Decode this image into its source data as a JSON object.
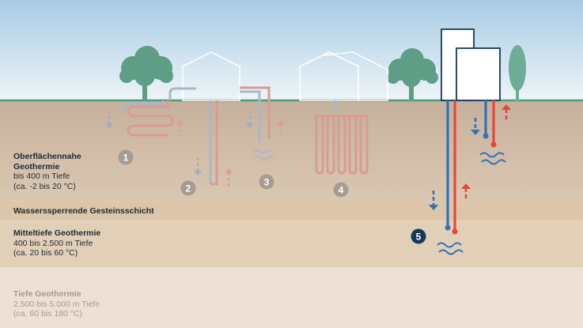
{
  "layers": {
    "surface": {
      "title_line1": "Oberflächennahe",
      "title_line2": "Geothermie",
      "depth": "bis 400 m Tiefe",
      "temp": "(ca. -2 bis 20 °C)"
    },
    "barrier": {
      "title": "Wasserssperrende Gesteinsschicht"
    },
    "medium": {
      "title": "Mitteltiefe Geothermie",
      "depth": "400 bis 2.500 m Tiefe",
      "temp": "(ca. 20 bis 60 °C)"
    },
    "deep": {
      "title": "Tiefe Geothermie",
      "depth": "2.500 bis 5.000 m Tiefe",
      "temp": "(ca. 60 bis 180 °C)"
    }
  },
  "markers": [
    "1",
    "2",
    "3",
    "4",
    "5"
  ],
  "colors": {
    "sky_top": "#a9cde6",
    "ground": "#c9b49f",
    "barrier": "#d9c3a8",
    "deep": "#e8dccd",
    "tree": "#5e9e86",
    "cold_pipe": "#2f74b5",
    "warm_pipe": "#e5483a",
    "marker_faded": "#a79c92",
    "marker_active": "#163a5a"
  }
}
